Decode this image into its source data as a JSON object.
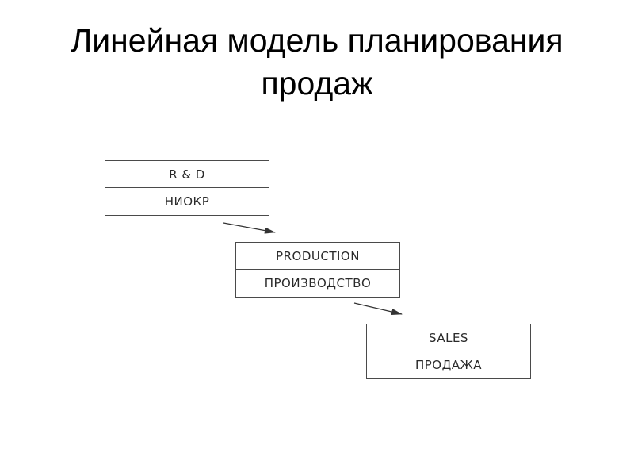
{
  "title": {
    "line1": "Линейная модель планирования",
    "line2": "продаж"
  },
  "stages": [
    {
      "english": "R & D",
      "russian": "НИОКР"
    },
    {
      "english": "PRODUCTION",
      "russian": "ПРОИЗВОДСТВО"
    },
    {
      "english": "SALES",
      "russian": "ПРОДАЖА"
    }
  ],
  "colors": {
    "text": "#000000",
    "box_border": "#4a4a4a",
    "arrow": "#333333"
  }
}
